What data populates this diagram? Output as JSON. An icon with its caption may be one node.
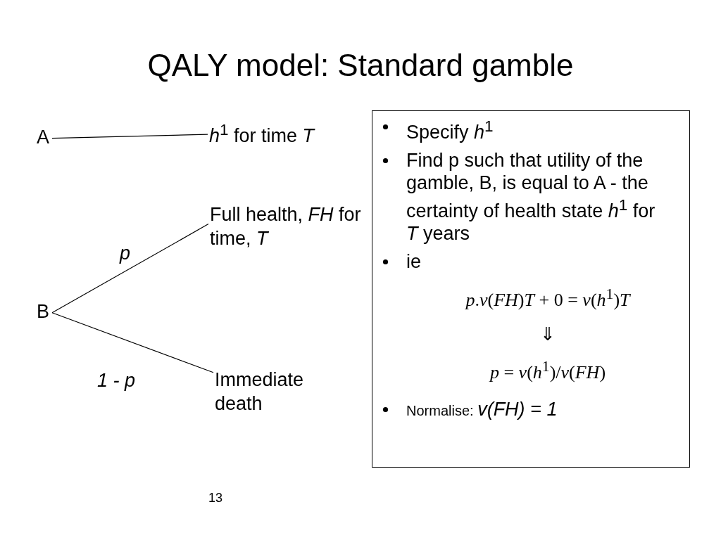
{
  "diagram": {
    "title": "QALY model: Standard gamble",
    "nodes": [
      {
        "text": [
          "A"
        ]
      },
      {
        "text": [
          "*h*$^{1}$ for time *T*"
        ]
      },
      {
        "text": [
          "B"
        ]
      },
      {
        "text": [
          "Full health, *FH* for time, *T*"
        ]
      },
      {
        "text": [
          "Immediate death"
        ]
      },
      {
        "text": [
          "Specify *h*$^{1}$",
          "Find p such that utility of the gamble, B, is equal to A - the certainty of health state *h*$^{1}$ for *T* years",
          "ie",
          "*p*.*v*(*FH*)*T* + 0 = *v*(*h*$^{1}$)*T*",
          "⇓",
          "*p* = *v*(*h*$^{1}$)/*v*(*FH*)",
          "Normalise: *v(FH) = 1*"
        ]
      }
    ],
    "edges": [
      {
        "from": 0,
        "to": 1,
        "arrow": "none"
      },
      {
        "from": 2,
        "to": 3,
        "arrow": "none",
        "label": "p"
      },
      {
        "from": 2,
        "to": 4,
        "arrow": "none",
        "label": "1 - p"
      }
    ],
    "labels": [
      "13"
    ]
  }
}
